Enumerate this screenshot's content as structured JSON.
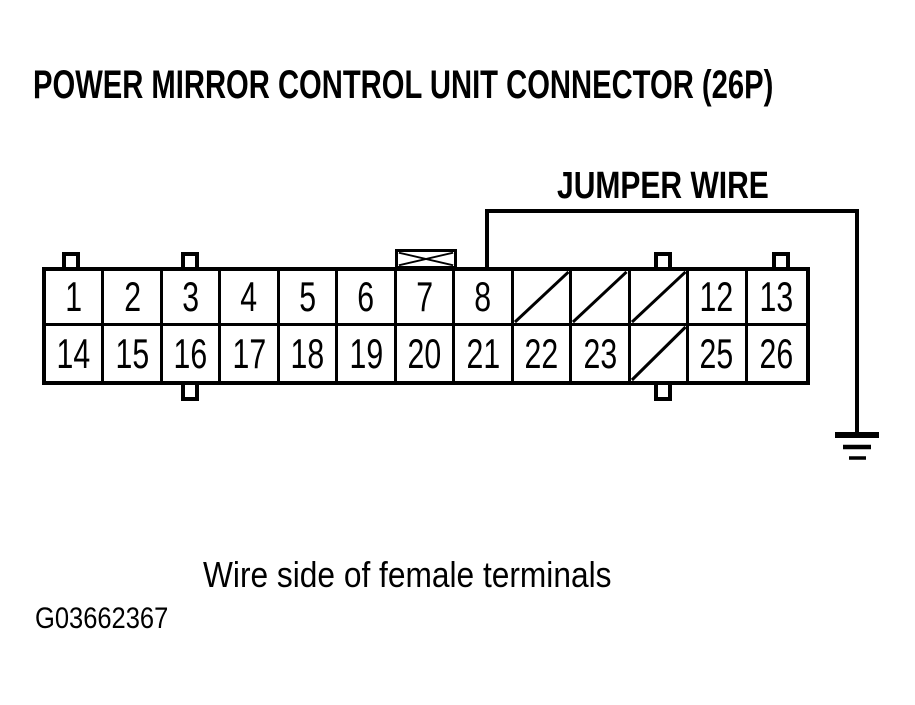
{
  "title": "POWER MIRROR CONTROL UNIT CONNECTOR (26P)",
  "jumper_wire_label": "JUMPER WIRE",
  "caption": "Wire side of female terminals",
  "figure_id": "G03662367",
  "colors": {
    "ink": "#000000",
    "paper": "#ffffff"
  },
  "connector": {
    "rows": [
      {
        "cells": [
          {
            "label": "1"
          },
          {
            "label": "2"
          },
          {
            "label": "3"
          },
          {
            "label": "4"
          },
          {
            "label": "5"
          },
          {
            "label": "6"
          },
          {
            "label": "7"
          },
          {
            "label": "8"
          },
          {
            "blocked": true
          },
          {
            "blocked": true
          },
          {
            "blocked": true
          },
          {
            "label": "12"
          },
          {
            "label": "13"
          }
        ]
      },
      {
        "cells": [
          {
            "label": "14"
          },
          {
            "label": "15"
          },
          {
            "label": "16"
          },
          {
            "label": "17"
          },
          {
            "label": "18"
          },
          {
            "label": "19"
          },
          {
            "label": "20"
          },
          {
            "label": "21"
          },
          {
            "label": "22"
          },
          {
            "label": "23"
          },
          {
            "blocked": true
          },
          {
            "label": "25"
          },
          {
            "label": "26"
          }
        ]
      }
    ]
  }
}
